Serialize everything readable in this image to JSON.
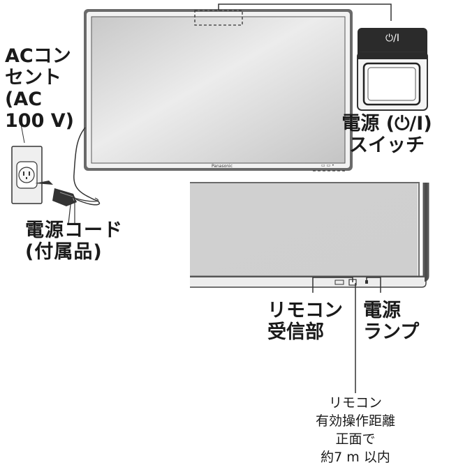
{
  "outlet_label": [
    "ACコン",
    "セント",
    "(AC",
    "100 V)"
  ],
  "power_cord_label": [
    "電源コード",
    "(付属品)"
  ],
  "power_switch_label": [
    "電源 (⏻/I)",
    "スイッチ"
  ],
  "switch_symbol": "⏻/I",
  "remote_receiver_label": [
    "リモコン",
    "受信部"
  ],
  "power_lamp_label": [
    "電源",
    "ランプ"
  ],
  "remote_range_label": [
    "リモコン",
    "有効操作距離",
    "正面で",
    "約7 m 以内"
  ],
  "brand_logo": "Panasonic",
  "colors": {
    "bezel": "#5a5a5a",
    "screen": "#d9d9d9",
    "switch_panel": "#2b2b2b",
    "text": "#1a1a1a"
  }
}
